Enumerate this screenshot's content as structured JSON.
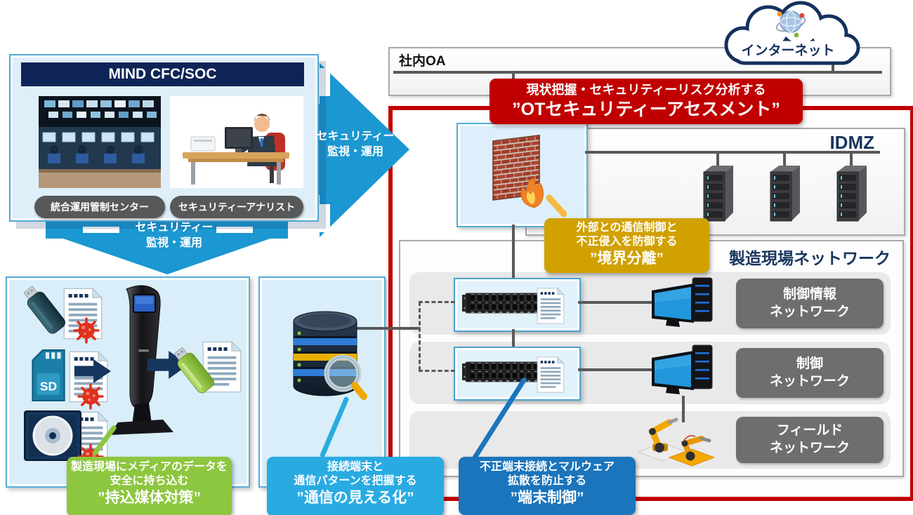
{
  "colors": {
    "accent_red": "#C00000",
    "accent_gold": "#D1A102",
    "accent_green": "#8DC63F",
    "accent_light_blue": "#29ABE2",
    "accent_dark_blue": "#1B75BC",
    "arrow_blue": "#1B97D1",
    "navy_text": "#17365D",
    "line_gray": "#595959"
  },
  "mind": {
    "title": "MIND CFC/SOC",
    "photo_label": "統合運用管制センター",
    "analyst_label": "セキュリティーアナリスト"
  },
  "arrow_right": {
    "line1": "セキュリティー",
    "line2": "監視・運用"
  },
  "arrow_down": {
    "line1": "セキュリティー",
    "line2": "監視・運用"
  },
  "cloud": {
    "label": "インターネット"
  },
  "office": {
    "label": "社内OA"
  },
  "assessment": {
    "line1": "現状把握・セキュリティーリスク分析する",
    "line2": "”OTセキュリティーアセスメント”"
  },
  "idmz": {
    "label": "IDMZ"
  },
  "boundary": {
    "line1": "外部との通信制御と",
    "line2": "不正侵入を防御する",
    "line3": "”境界分離”"
  },
  "factory": {
    "title": "製造現場ネットワーク",
    "rows": [
      {
        "line1": "制御情報",
        "line2": "ネットワーク"
      },
      {
        "line1": "制御",
        "line2": "ネットワーク"
      },
      {
        "line1": "フィールド",
        "line2": "ネットワーク"
      }
    ]
  },
  "media_banner": {
    "line1": "製造現場にメディアのデータを",
    "line2": "安全に持ち込む",
    "line3": "”持込媒体対策”"
  },
  "visibility_banner": {
    "line1": "接続端末と",
    "line2": "通信パターンを把握する",
    "line3": "”通信の見える化”"
  },
  "terminal_banner": {
    "line1": "不正端末接続とマルウェア",
    "line2": "拡散を防止する",
    "line3": "”端末制御”"
  },
  "media": {
    "sd_label": "SD"
  },
  "icons": [
    "internet-globe-icon",
    "firewall-icon",
    "server-rack-icon",
    "network-switch-icon",
    "document-icon",
    "workstation-icon",
    "robot-arm-icon",
    "database-icon",
    "magnifier-icon",
    "usb-infected-icon",
    "sd-card-icon",
    "cd-icon",
    "virus-icon",
    "usb-clean-icon",
    "kiosk-icon"
  ]
}
